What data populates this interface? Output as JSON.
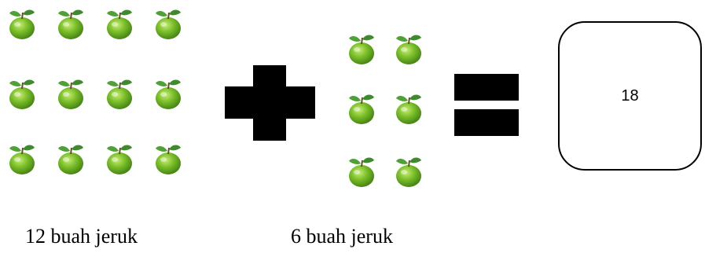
{
  "left_group": {
    "count": 12,
    "label": "12 buah jeruk"
  },
  "right_group": {
    "count": 6,
    "label": "6 buah jeruk"
  },
  "operator_plus": "plus",
  "operator_equals": "equals",
  "answer": {
    "value": "18"
  },
  "icons": {
    "fruit": "green-apple-icon"
  },
  "colors": {
    "fruit": "#7cbf2a",
    "fruit_dark": "#4f8f14",
    "leaf": "#3f8a2e",
    "stem": "#6b4a2b",
    "symbols": "#000000"
  }
}
